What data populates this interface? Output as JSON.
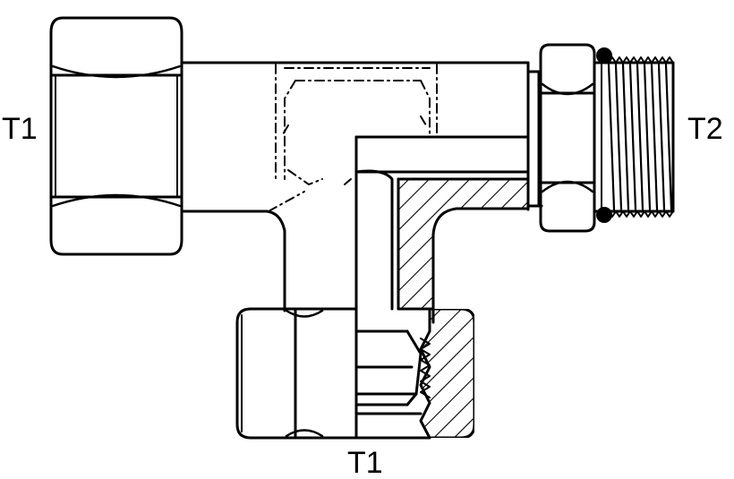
{
  "labels": {
    "left_port": "T1",
    "right_port": "T2",
    "bottom_port": "T1"
  },
  "colors": {
    "line": "#000000",
    "background": "#ffffff",
    "seal": "#000000"
  }
}
